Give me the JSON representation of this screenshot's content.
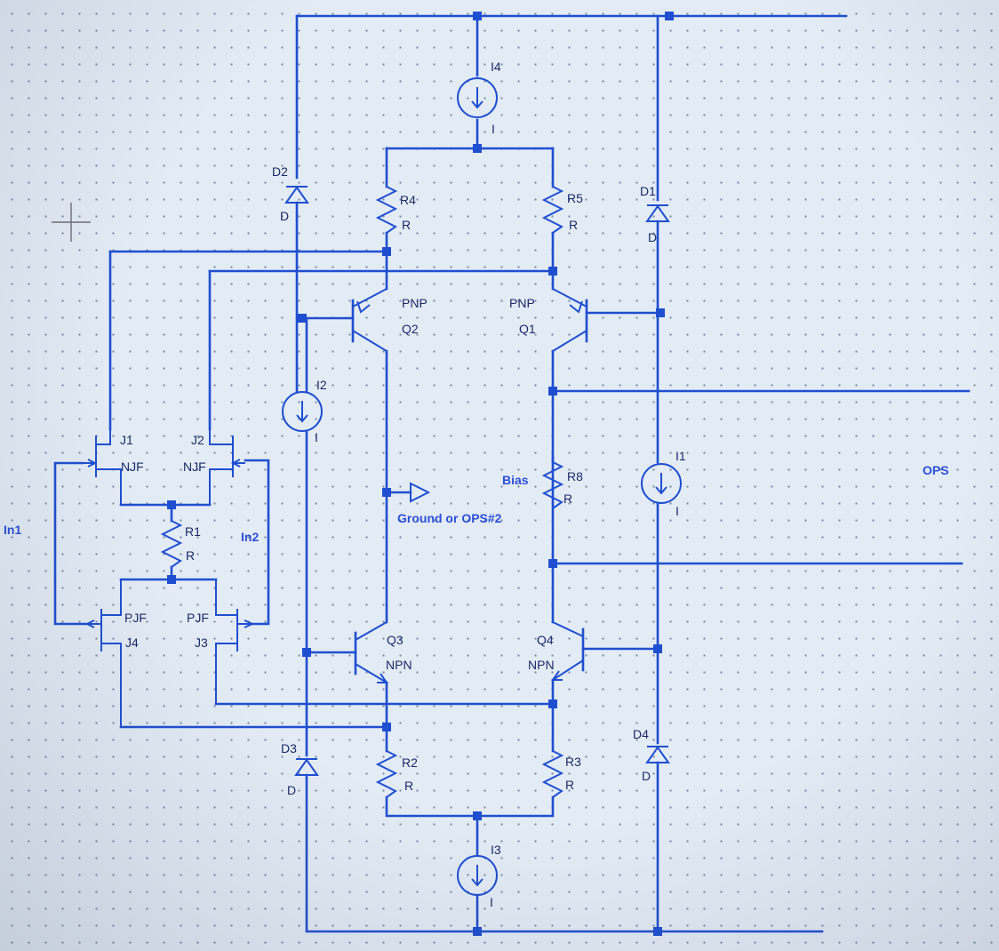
{
  "colors": {
    "wire": "#1f4fd0",
    "label": "#1b2a66",
    "net_label": "#2c4fd6",
    "background": "#e3ebf5"
  },
  "components": {
    "D1": {
      "name": "D1",
      "value": "D"
    },
    "D2": {
      "name": "D2",
      "value": "D"
    },
    "D3": {
      "name": "D3",
      "value": "D"
    },
    "D4": {
      "name": "D4",
      "value": "D"
    },
    "I1": {
      "name": "I1",
      "value": "I"
    },
    "I2": {
      "name": "I2",
      "value": "I"
    },
    "I3": {
      "name": "I3",
      "value": "I"
    },
    "I4": {
      "name": "I4",
      "value": "I"
    },
    "R1": {
      "name": "R1",
      "value": "R"
    },
    "R2": {
      "name": "R2",
      "value": "R"
    },
    "R3": {
      "name": "R3",
      "value": "R"
    },
    "R4": {
      "name": "R4",
      "value": "R"
    },
    "R5": {
      "name": "R5",
      "value": "R"
    },
    "R8": {
      "name": "R8",
      "value": "R"
    },
    "Q1": {
      "name": "Q1",
      "type": "PNP"
    },
    "Q2": {
      "name": "Q2",
      "type": "PNP"
    },
    "Q3": {
      "name": "Q3",
      "type": "NPN"
    },
    "Q4": {
      "name": "Q4",
      "type": "NPN"
    },
    "J1": {
      "name": "J1",
      "type": "NJF"
    },
    "J2": {
      "name": "J2",
      "type": "NJF"
    },
    "J3": {
      "name": "J3",
      "type": "PJF"
    },
    "J4": {
      "name": "J4",
      "type": "PJF"
    }
  },
  "nets": {
    "in1": "In1",
    "in2": "In2",
    "ops": "OPS",
    "bias": "Bias",
    "ground": "Ground or OPS#2"
  }
}
